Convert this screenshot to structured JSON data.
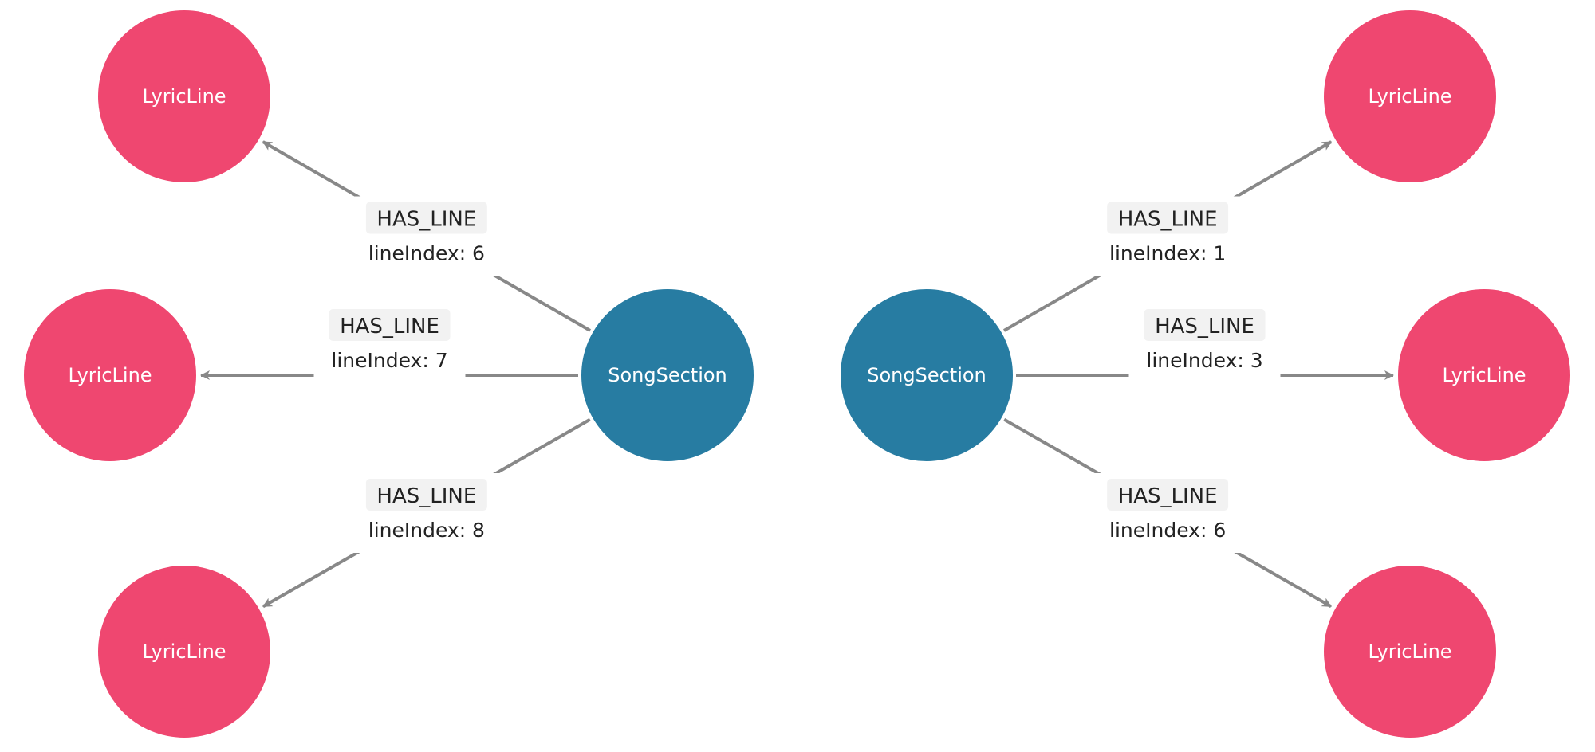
{
  "colors": {
    "lyric_line": "#EF4770",
    "song_section": "#277CA2",
    "edge": "#888888",
    "label_bg": "#F2F2F2"
  },
  "nodes": [
    {
      "id": "s1",
      "label": "SongSection",
      "kind": "song_section"
    },
    {
      "id": "s2",
      "label": "SongSection",
      "kind": "song_section"
    },
    {
      "id": "l1",
      "label": "LyricLine",
      "kind": "lyric_line"
    },
    {
      "id": "l2",
      "label": "LyricLine",
      "kind": "lyric_line"
    },
    {
      "id": "l3",
      "label": "LyricLine",
      "kind": "lyric_line"
    },
    {
      "id": "r1",
      "label": "LyricLine",
      "kind": "lyric_line"
    },
    {
      "id": "r2",
      "label": "LyricLine",
      "kind": "lyric_line"
    },
    {
      "id": "r3",
      "label": "LyricLine",
      "kind": "lyric_line"
    }
  ],
  "edges": [
    {
      "from": "s1",
      "to": "l1",
      "type": "HAS_LINE",
      "prop": "lineIndex: 6"
    },
    {
      "from": "s1",
      "to": "l2",
      "type": "HAS_LINE",
      "prop": "lineIndex: 7"
    },
    {
      "from": "s1",
      "to": "l3",
      "type": "HAS_LINE",
      "prop": "lineIndex: 8"
    },
    {
      "from": "s2",
      "to": "r1",
      "type": "HAS_LINE",
      "prop": "lineIndex: 1"
    },
    {
      "from": "s2",
      "to": "r2",
      "type": "HAS_LINE",
      "prop": "lineIndex: 3"
    },
    {
      "from": "s2",
      "to": "r3",
      "type": "HAS_LINE",
      "prop": "lineIndex: 6"
    }
  ]
}
